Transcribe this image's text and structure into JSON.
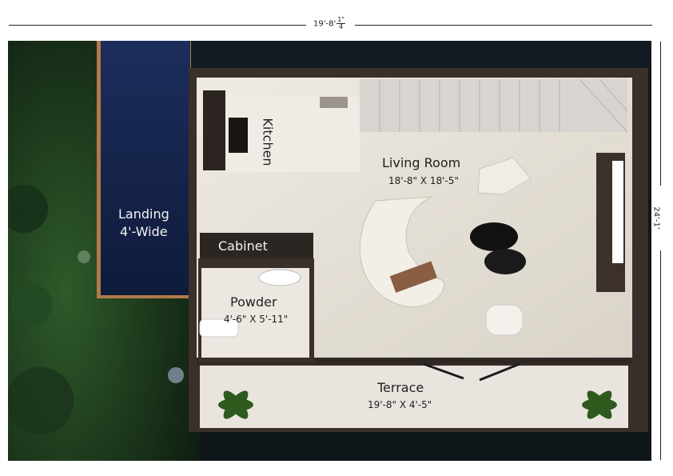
{
  "dimensions": {
    "top": "19'-8'",
    "top_fraction_num": "1\"",
    "top_fraction_den": "4",
    "right": "24'-1'"
  },
  "rooms": {
    "kitchen": {
      "name": "Kitchen"
    },
    "living": {
      "name": "Living Room",
      "dims": "18'-8\" X 18'-5\""
    },
    "landing": {
      "name": "Landing",
      "sub": "4'-Wide"
    },
    "cabinet": {
      "name": "Cabinet"
    },
    "powder": {
      "name": "Powder",
      "dims": "4'-6\" X 5'-11\""
    },
    "terrace": {
      "name": "Terrace",
      "dims": "19'-8\" X 4'-5\""
    }
  },
  "colors": {
    "grass": "#1f3a1f",
    "pool": "#13244a",
    "wall": "#3a302b",
    "floor": "#e6e0d6",
    "terrace": "#e8e4dc",
    "cabinet": "#2c2623"
  }
}
